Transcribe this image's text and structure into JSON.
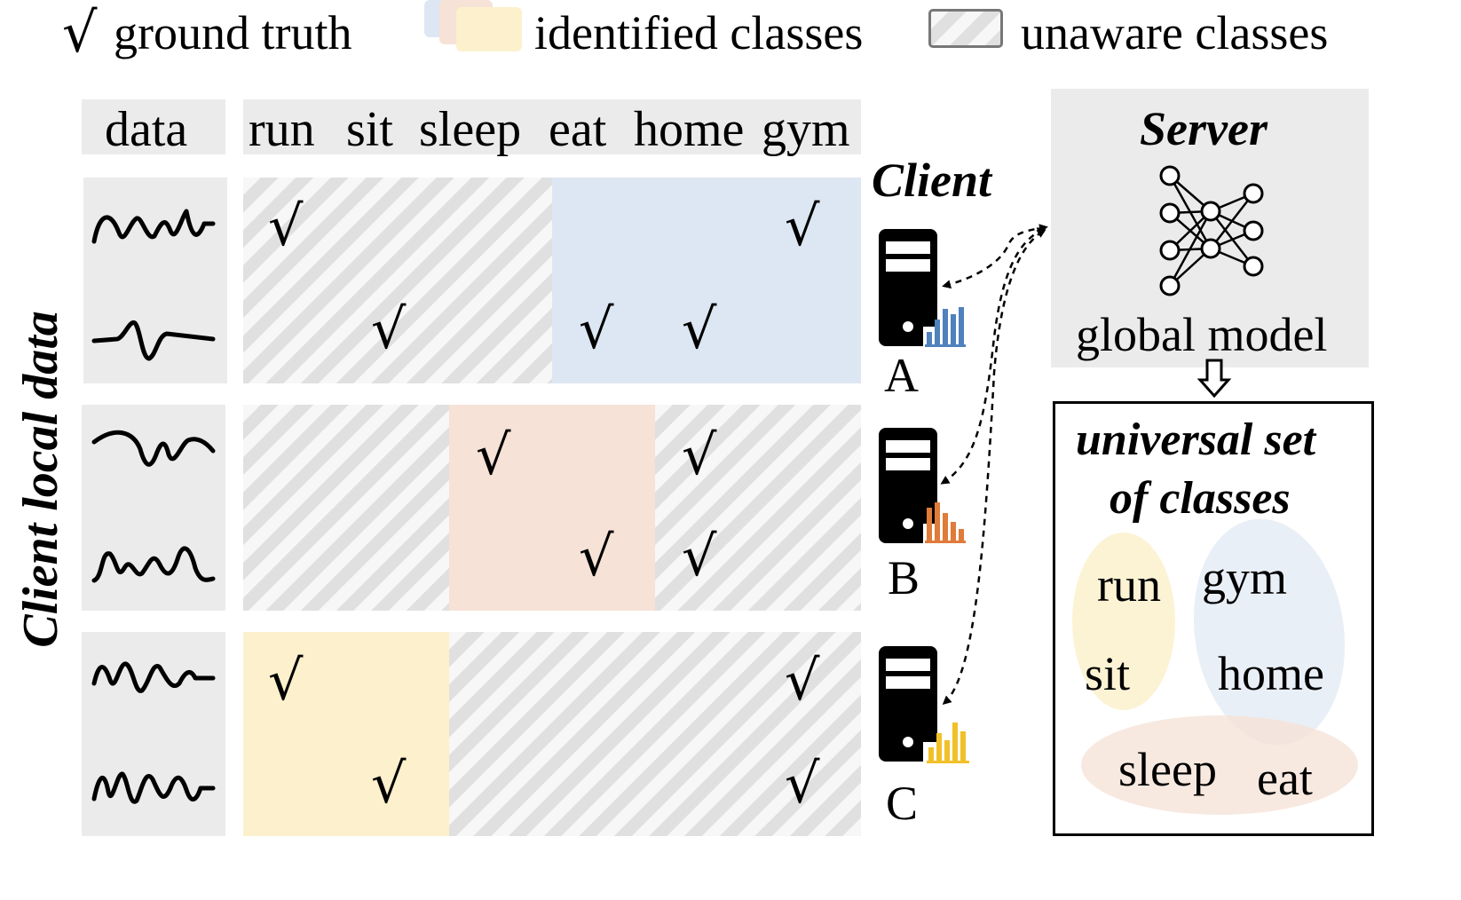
{
  "legend": {
    "ground_truth": "ground truth",
    "check_symbol": "√",
    "identified": "identified classes",
    "unaware": "unaware classes"
  },
  "table": {
    "data_header": "data",
    "class_headers": [
      "run",
      "sit",
      "sleep",
      "eat",
      "home",
      "gym"
    ],
    "side_label": "Client local data"
  },
  "clients": {
    "title": "Client",
    "labels": [
      "A",
      "B",
      "C"
    ],
    "colors": {
      "A": "#4f81bd",
      "B": "#e07b39",
      "C": "#f2c029"
    },
    "fill_colors": {
      "A": "#dde7f3",
      "B": "#f6e2d6",
      "C": "#fcf1cc"
    }
  },
  "server": {
    "title": "Server",
    "model_label": "global model"
  },
  "universal": {
    "title_line1": "universal set",
    "title_line2": "of classes",
    "classes": [
      "run",
      "gym",
      "sit",
      "home",
      "sleep",
      "eat"
    ]
  },
  "icons": [
    "check-icon",
    "server-tower-icon",
    "bar-chart-icon",
    "neural-network-icon",
    "down-arrow-icon",
    "waveform-icon"
  ]
}
